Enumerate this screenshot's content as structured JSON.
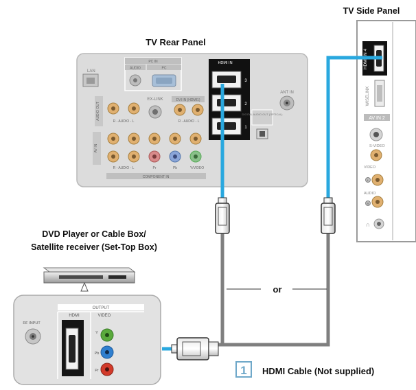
{
  "titles": {
    "tv_side_panel": "TV Side Panel",
    "tv_rear_panel": "TV Rear Panel",
    "source_device_line1": "DVD Player or Cable Box/",
    "source_device_line2": "Satellite receiver (Set-Top Box)"
  },
  "rear_panel": {
    "hdmi_in": "HDMI IN",
    "hdmi_ports": [
      "3",
      "2",
      "1"
    ],
    "pc_in": "PC IN",
    "audio": "AUDIO",
    "pc": "PC",
    "lan": "LAN",
    "ex_link": "EX-LINK",
    "dvi_in_hdmi1": "DVI IN (HDMI1)",
    "audio_out": "AUDIO OUT",
    "r_audio_l": "R - AUDIO - L",
    "ant_in": "ANT IN",
    "digital_audio_out": "DIGITAL AUDIO OUT (OPTICAL)",
    "av_in": "AV IN",
    "component_in": "COMPONENT IN",
    "pb": "Pb",
    "pr": "Pr",
    "y_video": "Y/VIDEO"
  },
  "side_panel": {
    "hdmi_in4": "HDMI IN 4",
    "wiselink": "WISELINK",
    "av_in2": "AV IN 2",
    "s_video": "S-VIDEO",
    "video": "VIDEO",
    "audio": "AUDIO",
    "l": "L",
    "r": "R"
  },
  "device_panel": {
    "output": "OUTPUT",
    "hdmi": "HDMI",
    "video": "VIDEO",
    "rf_input": "RF INPUT",
    "y": "Y",
    "pb": "Pb",
    "pr": "Pr"
  },
  "connection": {
    "or_label": "or",
    "step_number": "1",
    "cable_label": "HDMI Cable (Not supplied)"
  },
  "colors": {
    "cable_blue": "#29a8df",
    "cable_gray": "#7f7f7f",
    "panel_gray": "#d9d9d9",
    "hdmi_block": "#111111",
    "green_jack": "#5aaa3c",
    "blue_jack": "#2f7fcf",
    "red_jack": "#d23a2a",
    "step_box": "#6fa8c9"
  }
}
